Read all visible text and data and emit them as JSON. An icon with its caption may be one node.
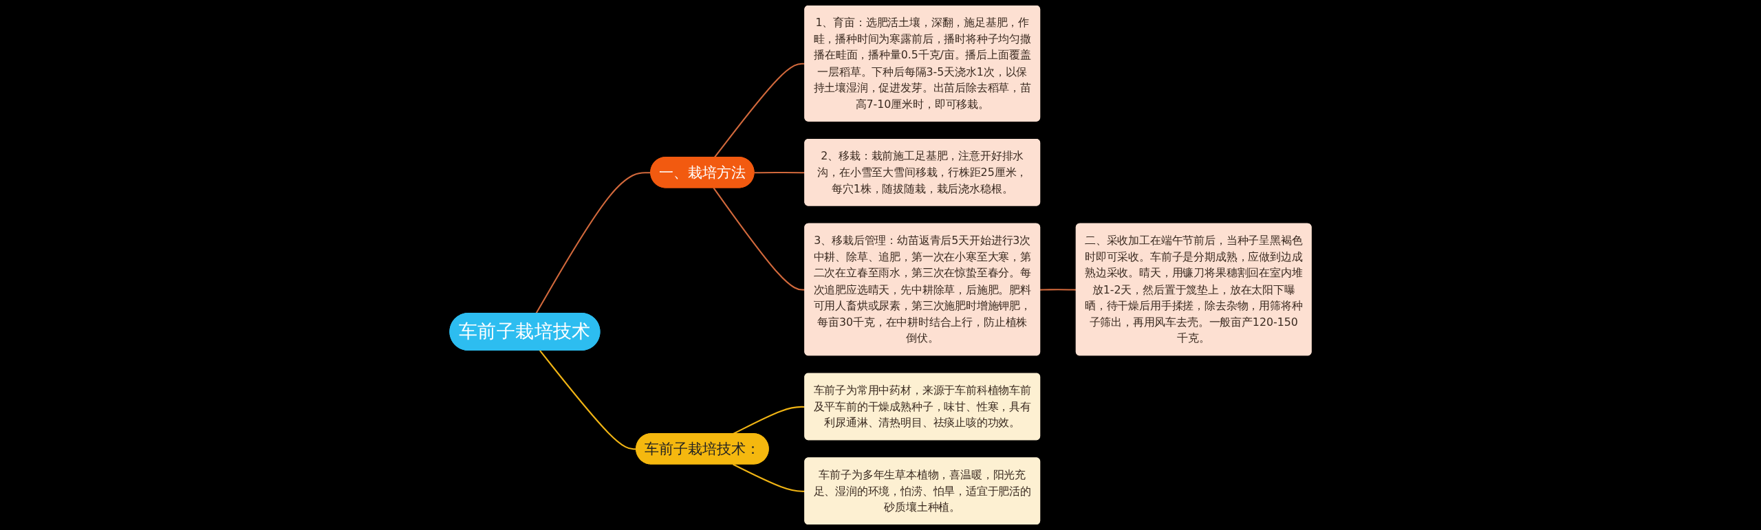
{
  "diagram": {
    "nodes": [
      {
        "text": [
          "车前子栽培技术"
        ]
      },
      {
        "text": [
          "一、栽培方法"
        ]
      },
      {
        "text": [
          "1、育亩：选肥活土壤，深翻，施足基肥，作畦，播种时间为寒露前后，播时将种子均匀撒播在畦面，播种量0.5千克/亩。播后上面覆盖一层稻草。下种后每隔3-5天浇水1次，以保持土壤湿润，促进发芽。出苗后除去稻草，苗高7-10厘米时，即可移栽。"
        ]
      },
      {
        "text": [
          "2、移栽：栽前施工足基肥，注意开好排水沟，在小雪至大雪间移栽，行株距25厘米，每穴1株，随拔随栽，栽后浇水稳根。"
        ]
      },
      {
        "text": [
          "3、移栽后管理：幼苗返青后5天开始进行3次中耕、除草、追肥，第一次在小寒至大寒，第二次在立春至雨水，第三次在惊蛰至春分。每次追肥应选晴天，先中耕除草，后施肥。肥料可用人畜烘或尿素，第三次施肥时增施钾肥，每亩30千克，在中耕时结合上行，防止植株倒伏。"
        ]
      },
      {
        "text": [
          "二、采收加工在端午节前后，当种子呈黑褐色时即可采收。车前子是分期成熟，应做到边成熟边采收。晴天，用镰刀将果穗割回在室内堆放1-2天，然后置于篾垫上，放在太阳下曝晒，待干燥后用手揉搓，除去杂物，用筛将种子筛出，再用风车去壳。一般亩产120-150千克。"
        ]
      },
      {
        "text": [
          "车前子栽培技术："
        ]
      },
      {
        "text": [
          "车前子为常用中药材，来源于车前科植物车前及平车前的干燥成熟种子，味甘、性寒，具有利尿通淋、清热明目、祛痰止咳的功效。"
        ]
      },
      {
        "text": [
          "车前子为多年生草本植物，喜温暖，阳光充足、湿润的环境，怕涝、怕旱，适宜于肥活的砂质壤土种植。"
        ]
      }
    ],
    "edges": [
      {
        "from": 0,
        "to": 1,
        "arrow": "none"
      },
      {
        "from": 1,
        "to": 2,
        "arrow": "none"
      },
      {
        "from": 1,
        "to": 3,
        "arrow": "none"
      },
      {
        "from": 1,
        "to": 4,
        "arrow": "none"
      },
      {
        "from": 4,
        "to": 5,
        "arrow": "none"
      },
      {
        "from": 0,
        "to": 6,
        "arrow": "none",
        "color": "#f0b414"
      },
      {
        "from": 6,
        "to": 7,
        "arrow": "none",
        "color": "#f0b414"
      },
      {
        "from": 6,
        "to": 8,
        "arrow": "none",
        "color": "#f0b414"
      }
    ]
  }
}
